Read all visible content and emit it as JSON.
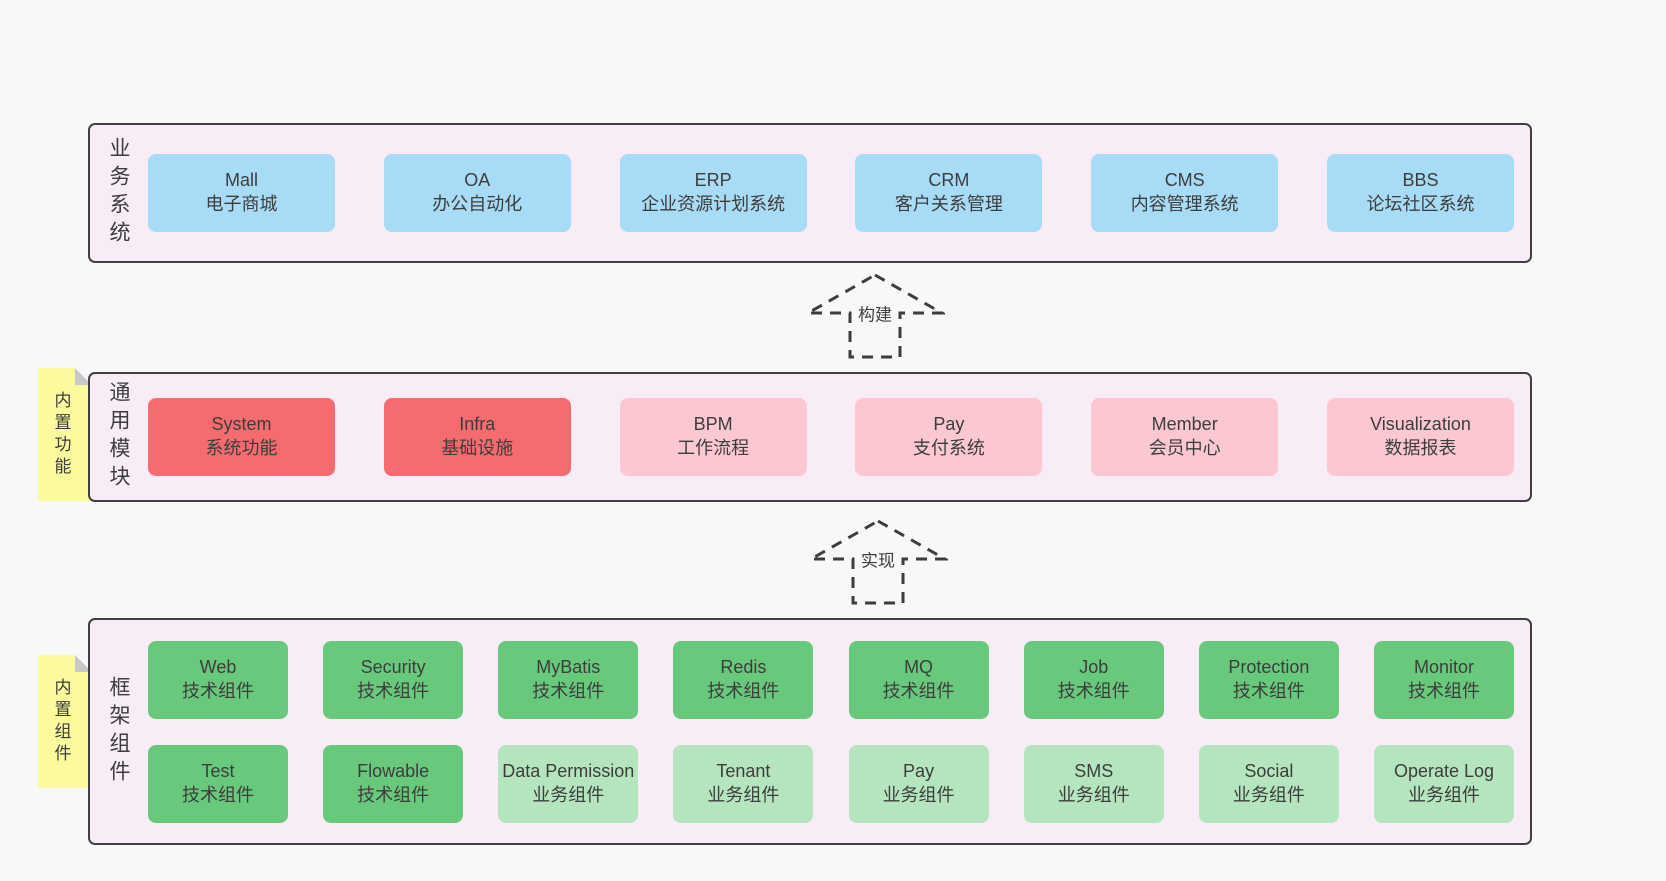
{
  "colors": {
    "page_bg": "#f8f8f8",
    "panel_bg": "#f8ecf6",
    "panel_border": "#404040",
    "text": "#3d3d3d",
    "sticky_yellow": "#fbfa9d",
    "sticky_fold": "#c8c8c8",
    "blue": "#a8dbf5",
    "red": "#f56b6e",
    "pink": "#fbc7d1",
    "green": "#68c87c",
    "lightgreen": "#b4e5be"
  },
  "arrows": [
    {
      "label": "构建"
    },
    {
      "label": "实现"
    }
  ],
  "sections": [
    {
      "label": "业务系统",
      "sticky": null,
      "rows": [
        [
          {
            "title": "Mall",
            "subtitle": "电子商城",
            "color": "blue"
          },
          {
            "title": "OA",
            "subtitle": "办公自动化",
            "color": "blue"
          },
          {
            "title": "ERP",
            "subtitle": "企业资源计划系统",
            "color": "blue"
          },
          {
            "title": "CRM",
            "subtitle": "客户关系管理",
            "color": "blue"
          },
          {
            "title": "CMS",
            "subtitle": "内容管理系统",
            "color": "blue"
          },
          {
            "title": "BBS",
            "subtitle": "论坛社区系统",
            "color": "blue"
          }
        ]
      ]
    },
    {
      "label": "通用模块",
      "sticky": "内置功能",
      "rows": [
        [
          {
            "title": "System",
            "subtitle": "系统功能",
            "color": "red"
          },
          {
            "title": "Infra",
            "subtitle": "基础设施",
            "color": "red"
          },
          {
            "title": "BPM",
            "subtitle": "工作流程",
            "color": "pink"
          },
          {
            "title": "Pay",
            "subtitle": "支付系统",
            "color": "pink"
          },
          {
            "title": "Member",
            "subtitle": "会员中心",
            "color": "pink"
          },
          {
            "title": "Visualization",
            "subtitle": "数据报表",
            "color": "pink"
          }
        ]
      ]
    },
    {
      "label": "框架组件",
      "sticky": "内置组件",
      "rows": [
        [
          {
            "title": "Web",
            "subtitle": "技术组件",
            "color": "green"
          },
          {
            "title": "Security",
            "subtitle": "技术组件",
            "color": "green"
          },
          {
            "title": "MyBatis",
            "subtitle": "技术组件",
            "color": "green"
          },
          {
            "title": "Redis",
            "subtitle": "技术组件",
            "color": "green"
          },
          {
            "title": "MQ",
            "subtitle": "技术组件",
            "color": "green"
          },
          {
            "title": "Job",
            "subtitle": "技术组件",
            "color": "green"
          },
          {
            "title": "Protection",
            "subtitle": "技术组件",
            "color": "green"
          },
          {
            "title": "Monitor",
            "subtitle": "技术组件",
            "color": "green"
          }
        ],
        [
          {
            "title": "Test",
            "subtitle": "技术组件",
            "color": "green"
          },
          {
            "title": "Flowable",
            "subtitle": "技术组件",
            "color": "green"
          },
          {
            "title": "Data Permission",
            "subtitle": "业务组件",
            "color": "lightgreen"
          },
          {
            "title": "Tenant",
            "subtitle": "业务组件",
            "color": "lightgreen"
          },
          {
            "title": "Pay",
            "subtitle": "业务组件",
            "color": "lightgreen"
          },
          {
            "title": "SMS",
            "subtitle": "业务组件",
            "color": "lightgreen"
          },
          {
            "title": "Social",
            "subtitle": "业务组件",
            "color": "lightgreen"
          },
          {
            "title": "Operate Log",
            "subtitle": "业务组件",
            "color": "lightgreen"
          }
        ]
      ]
    }
  ]
}
